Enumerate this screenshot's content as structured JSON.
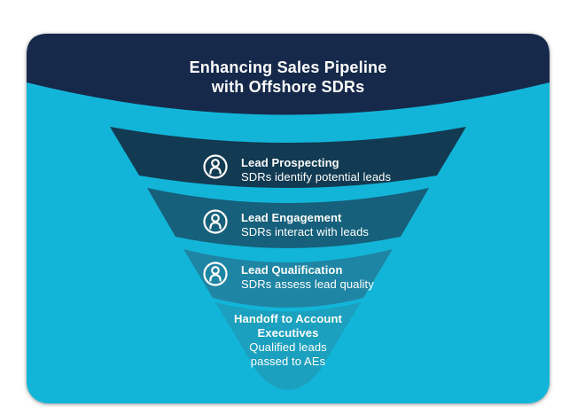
{
  "card": {
    "background_color": "#12b5d8",
    "header_color": "#16294b",
    "text_color": "#ffffff"
  },
  "title": {
    "line1": "Enhancing Sales Pipeline",
    "line2": "with Offshore SDRs"
  },
  "funnel": {
    "type": "funnel",
    "stages": [
      {
        "title": "Lead Prospecting",
        "description": "SDRs identify potential leads",
        "color": "#123a52",
        "icon": "person-in-circle-icon"
      },
      {
        "title": "Lead Engagement",
        "description": "SDRs interact with leads",
        "color": "#16607c",
        "icon": "person-in-circle-icon"
      },
      {
        "title": "Lead Qualification",
        "description": "SDRs assess lead quality",
        "color": "#1f85a4",
        "icon": "person-in-circle-icon"
      },
      {
        "title": "Handoff to Account Executives",
        "title_lines": [
          "Handoff to Account",
          "Executives"
        ],
        "description": "Qualified leads passed to AEs",
        "description_lines": [
          "Qualified leads",
          "passed to AEs"
        ],
        "color": "#1ba0bf"
      }
    ]
  }
}
